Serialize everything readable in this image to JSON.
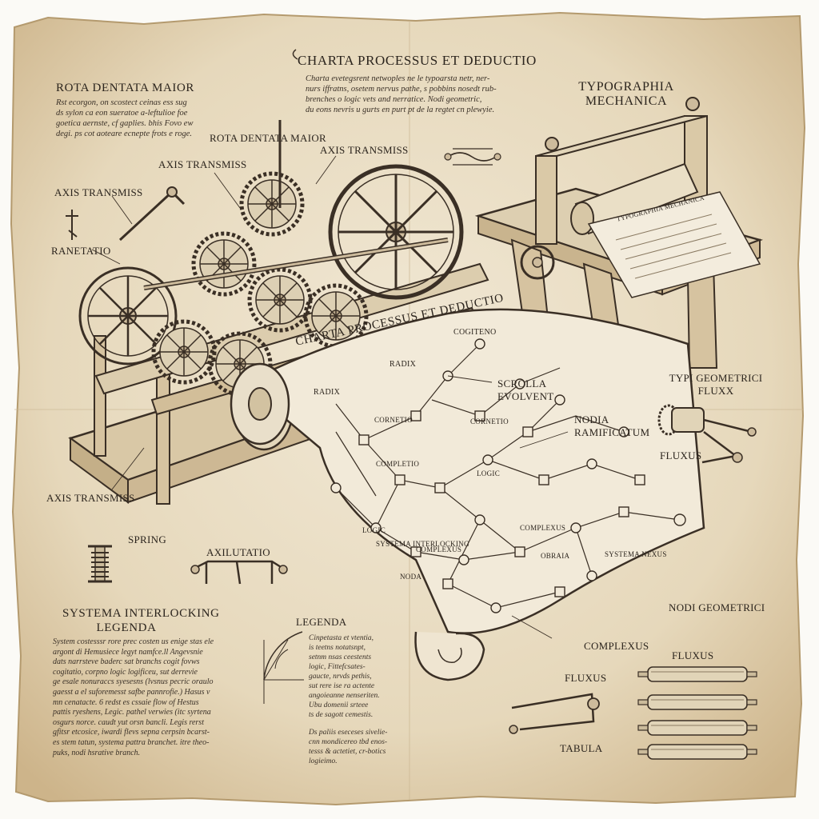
{
  "header": {
    "title": "CHARTA PROCESSUS ET DEDUCTIO",
    "lines": [
      "Charta evetegsrent netwoples ne le typoarsta netr, ner-",
      "nurs iffratns, osetem nervus pathe, s pobbins nosedt rub-",
      "brenches o logic vets and nerratice. Nodi geometric,",
      "du eons nevris u gurts en purt pt de la regtet cn plewyie."
    ]
  },
  "top_left": {
    "title": "ROTA DENTATA MAIOR",
    "lines": [
      "Rst ecorgon, on scostect ceinas ess sug",
      "ds sylon ca eon sueratoe a-leftulioe foe",
      "goetica aernste, cf gaplies. bhis Fovo ew",
      "degi. ps cot aoteare ecnepte frots e roge."
    ]
  },
  "typographia": {
    "title_line1": "TYPOGRAPHIA",
    "title_line2": "MECHANICA",
    "sheet_text": "TYPOGRAPHIA MECHANICA"
  },
  "machine_labels": {
    "rota": "ROTA DENTATA MAIOR",
    "axis_top": "AXIS TRANSMISS",
    "axis_left_upper": "AXIS TRANSMISS",
    "axis_left": "AXIS TRANSMISS",
    "ranetatio": "RANETATIO",
    "axis_bottom": "AXIS TRANSMISS",
    "spring": "SPRING",
    "axilutatio": "AXILUTATIO"
  },
  "scroll": {
    "title": "CHARTA PROCESSUS ET DEDUCTIO",
    "labels": [
      "RADIX",
      "RADIX",
      "COGITENO",
      "CORNETIO",
      "CORNETIO",
      "COMPLETIO",
      "LOGIC",
      "SYSTEMA INTERLOCKING",
      "COMPLEXUS",
      "COMPLEXUS",
      "NODA",
      "LOGIC",
      "SYSTEMA NEXUS",
      "OBRAIA"
    ]
  },
  "right_labels": {
    "scrolla_line1": "SCROLLA",
    "scrolla_line2": "EVOLVENT",
    "nodia_line1": "NODIA",
    "nodia_line2": "RAMIFICATUM",
    "typi_line1": "TYPI GEOMETRICI",
    "typi_line2": "FLUXX",
    "fluxus_mid": "FLUXUS",
    "nodi_geometrici": "NODI GEOMETRICI",
    "fluxus_r": "FLUXUS",
    "complexus": "COMPLEXUS",
    "fluxus_c": "FLUXUS",
    "tabula": "TABULA"
  },
  "systema": {
    "title_line1": "SYSTEMA INTERLOCKING",
    "title_line2": "LEGENDA",
    "lines": [
      "System costesssr rore prec costen us enige stas ele",
      "argont di Hemusiece legyt namfce.ll Angevsnie",
      "dats narrsteve baderc sat branchs cogit fovws",
      "cogitatio, corpno logic logificeu, sut derrevie",
      "ge esale nonuraccs syesesns (lvsnus pecric oraulo",
      "gaesst a el suforemesst safbe pannrofie.) Hasus v",
      "mn cenatacte. 6 redst es cssaie flow of Hestus",
      "pattis ryeshens, Legic. pathel verwies (itc syrtena",
      "osgurs norce. caudt yut orsn bancli. Legis rerst",
      "gfitsr etcosice, iwardi flevs sepna cerpsin bcarst-",
      "es stem tatun, systema pattra branchet. itre theo-",
      "puks, nodi hsrative branch."
    ]
  },
  "legenda": {
    "title": "LEGENDA",
    "lines": [
      "Cinpetasta et vtentia,",
      "is teetns notatsnpt,",
      "setnm nsas ceestents",
      "logic, Fittefcsates-",
      "gaucte, nrvds pethis,",
      "sut rere ise ra actente",
      "angoieanne nenseriten.",
      "Ubu domenii srteee",
      "ts de sagott cemestis.",
      "",
      "Ds paliis eseceses sivelie-",
      "cnn mondicereo tbd enos-",
      "tesss & actetiet, cr-botics",
      "logieimo."
    ]
  },
  "colors": {
    "ink": "#2b241d",
    "parchment": "#eadfc7",
    "parchment_dark": "#c9b48e"
  }
}
